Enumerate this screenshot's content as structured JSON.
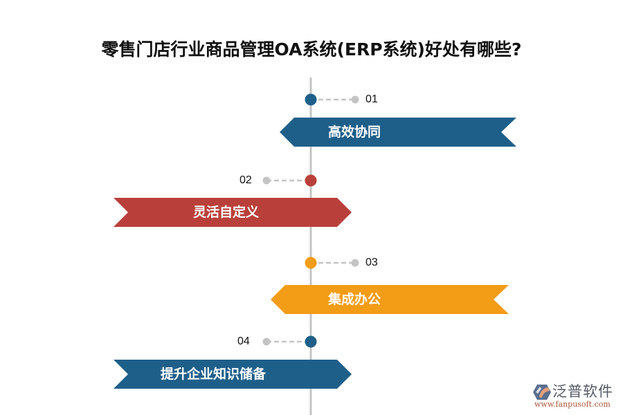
{
  "title": "零售门店行业商品管理OA系统(ERP系统)好处有哪些?",
  "colors": {
    "blue": "#1e5f8a",
    "red": "#b9403a",
    "orange": "#f39c16",
    "line": "#c4c4c4",
    "connector_dot": "#c4c4c4"
  },
  "items": [
    {
      "number": "01",
      "label": "高效协同",
      "color": "#1e5f8a",
      "side": "right"
    },
    {
      "number": "02",
      "label": "灵活自定义",
      "color": "#b9403a",
      "side": "left"
    },
    {
      "number": "03",
      "label": "集成办公",
      "color": "#f39c16",
      "side": "right"
    },
    {
      "number": "04",
      "label": "提升企业知识储备",
      "color": "#1e5f8a",
      "side": "left"
    }
  ],
  "logo": {
    "name": "泛普软件",
    "url": "www.fanpusoft.com"
  }
}
